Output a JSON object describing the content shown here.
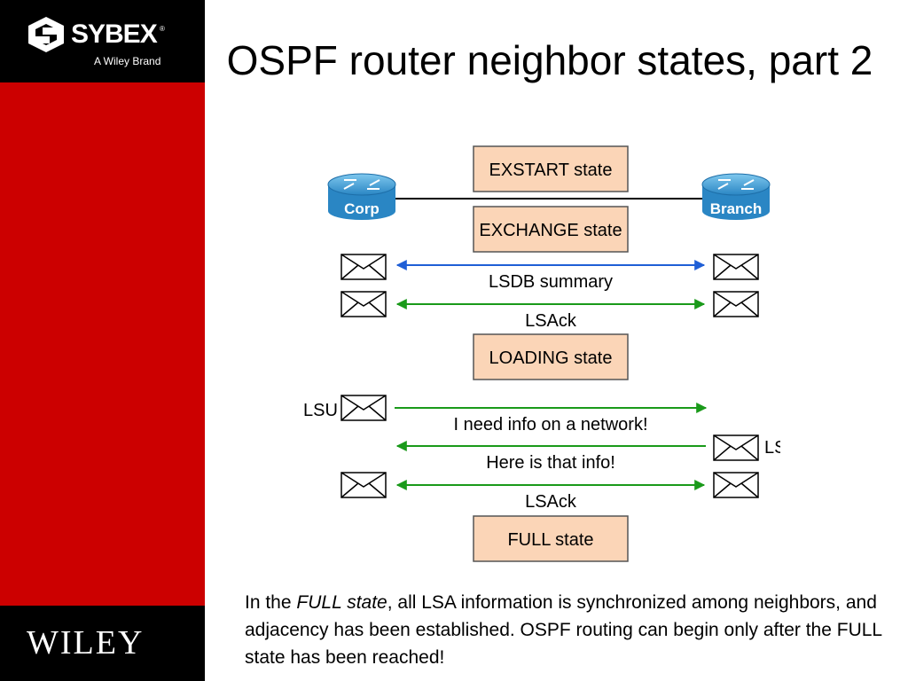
{
  "slide": {
    "title": "OSPF router neighbor states, part 2",
    "brand_top_name": "SYBEX",
    "brand_top_tagline": "A Wiley Brand",
    "brand_bottom_name": "WILEY",
    "colors": {
      "sidebar": "#cc0000",
      "brand_bar": "#000000",
      "state_box": "#fbd5b7",
      "blue_arrow": "#1f5fd6",
      "green_arrow": "#1a9a1a",
      "router": "#3aa0d8"
    }
  },
  "diagram": {
    "routers": {
      "left": "Corp",
      "right": "Branch"
    },
    "states": {
      "exstart": "EXSTART state",
      "exchange": "EXCHANGE state",
      "loading": "LOADING state",
      "full": "FULL state"
    },
    "messages": {
      "lsdb_summary": "LSDB summary",
      "lsack1": "LSAck",
      "need_info": "I need info on a network!",
      "here_info": "Here is that info!",
      "lsack2": "LSAck",
      "lsu_left": "LSU",
      "lsu_right": "LSU"
    }
  },
  "caption": {
    "part1": "In the ",
    "em": "FULL state",
    "part2": ", all LSA information is synchronized among neighbors, and adjacency has been established. OSPF routing can begin only after the FULL state has been reached!"
  }
}
